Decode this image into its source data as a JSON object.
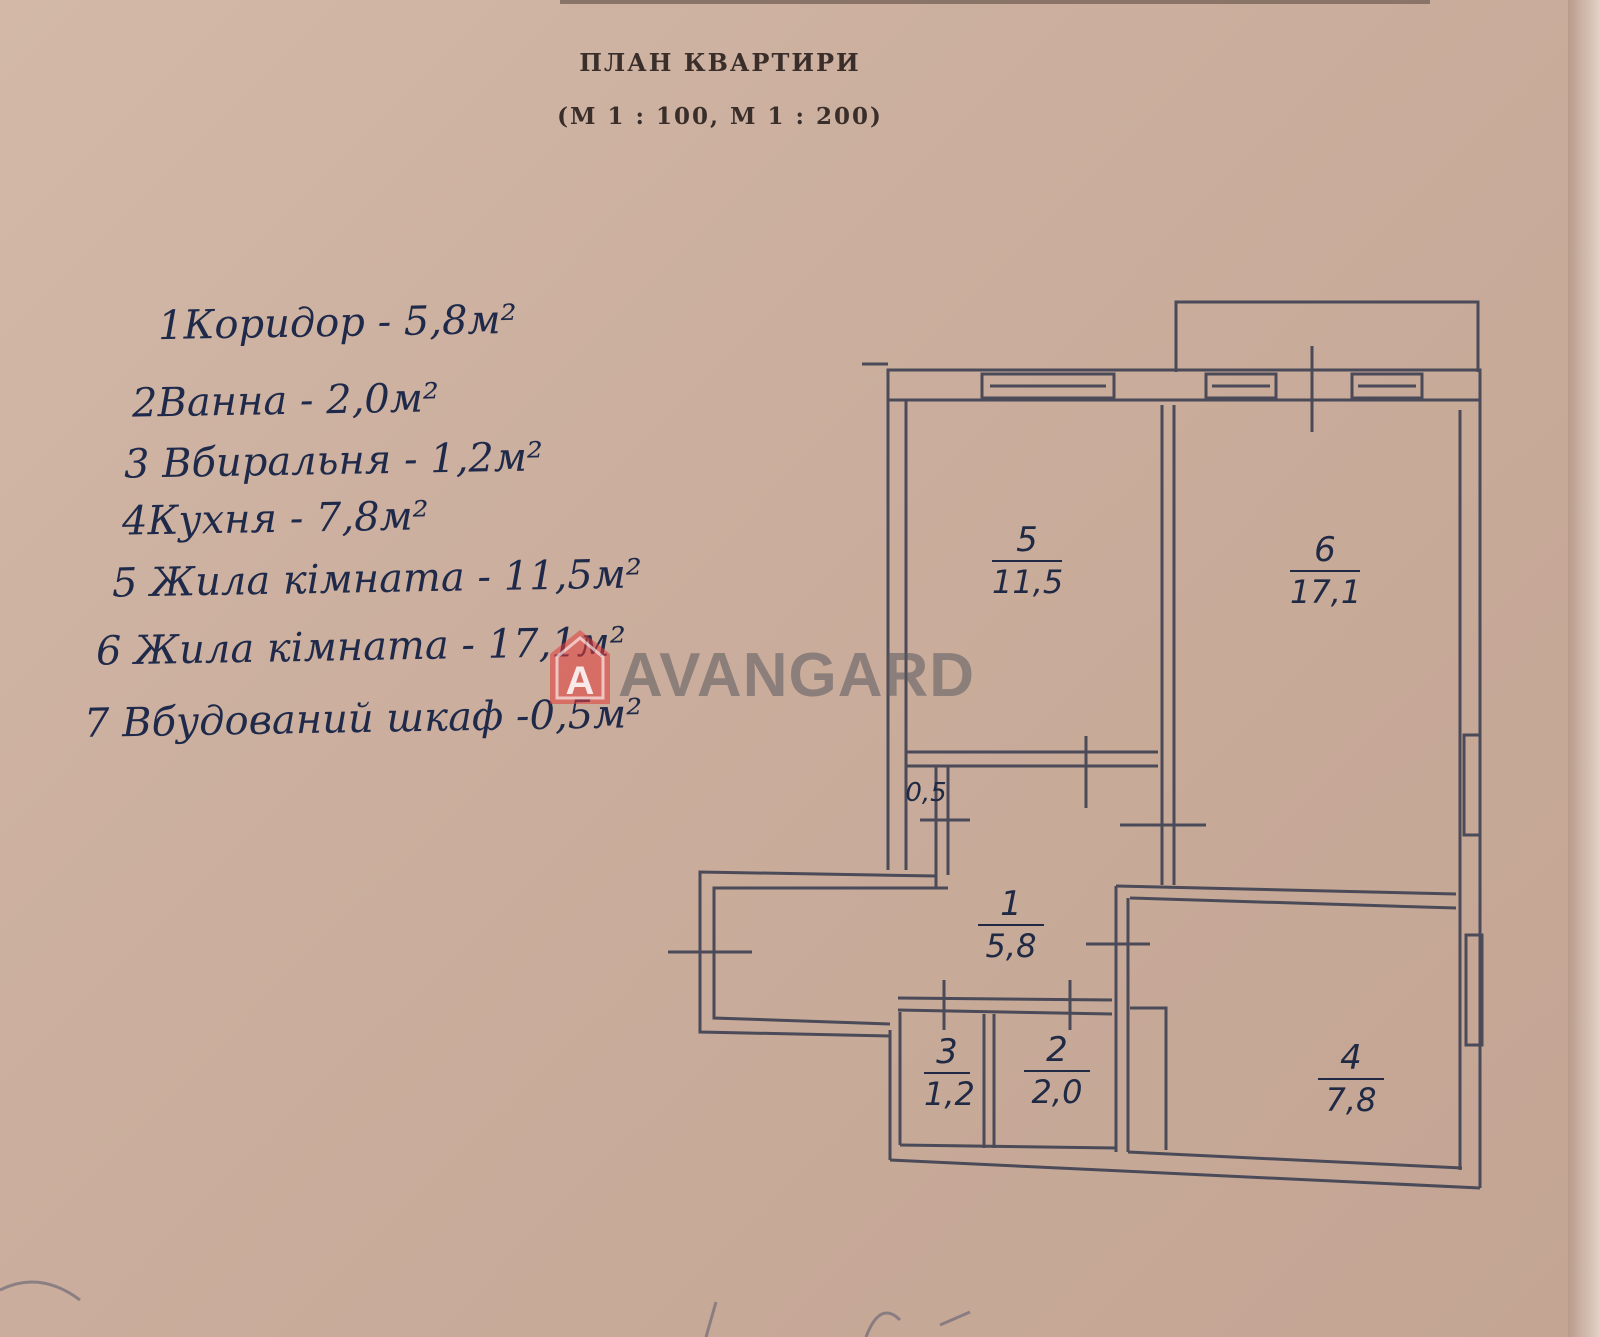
{
  "header": {
    "title": "ПЛАН КВАРТИРИ",
    "scale": "(М 1 : 100, М 1 : 200)"
  },
  "legend": [
    {
      "text": "1Коридор - 5,8м²"
    },
    {
      "text": "2Ванна - 2,0м²"
    },
    {
      "text": "3 Вбиральня - 1,2м²"
    },
    {
      "text": "4Кухня - 7,8м²"
    },
    {
      "text": "5 Жила кімната - 11,5м²"
    },
    {
      "text": "6 Жила кімната - 17,1м²"
    },
    {
      "text": "7 Вбудований шкаф -0,5м²"
    }
  ],
  "rooms": {
    "r1": {
      "num": "1",
      "area": "5,8"
    },
    "r2": {
      "num": "2",
      "area": "2,0"
    },
    "r3": {
      "num": "3",
      "area": "1,2"
    },
    "r4": {
      "num": "4",
      "area": "7,8"
    },
    "r5": {
      "num": "5",
      "area": "11,5"
    },
    "r6": {
      "num": "6",
      "area": "17,1"
    },
    "r7": {
      "area": "0,5"
    }
  },
  "watermark": {
    "text": "AVANGARD",
    "letter": "A",
    "color": "#e23a3a"
  },
  "colors": {
    "paper": "#cbae9d",
    "ink_print": "#3a2e2a",
    "ink_hand": "#1f2a4a",
    "plan_line": "#4a4a58"
  }
}
